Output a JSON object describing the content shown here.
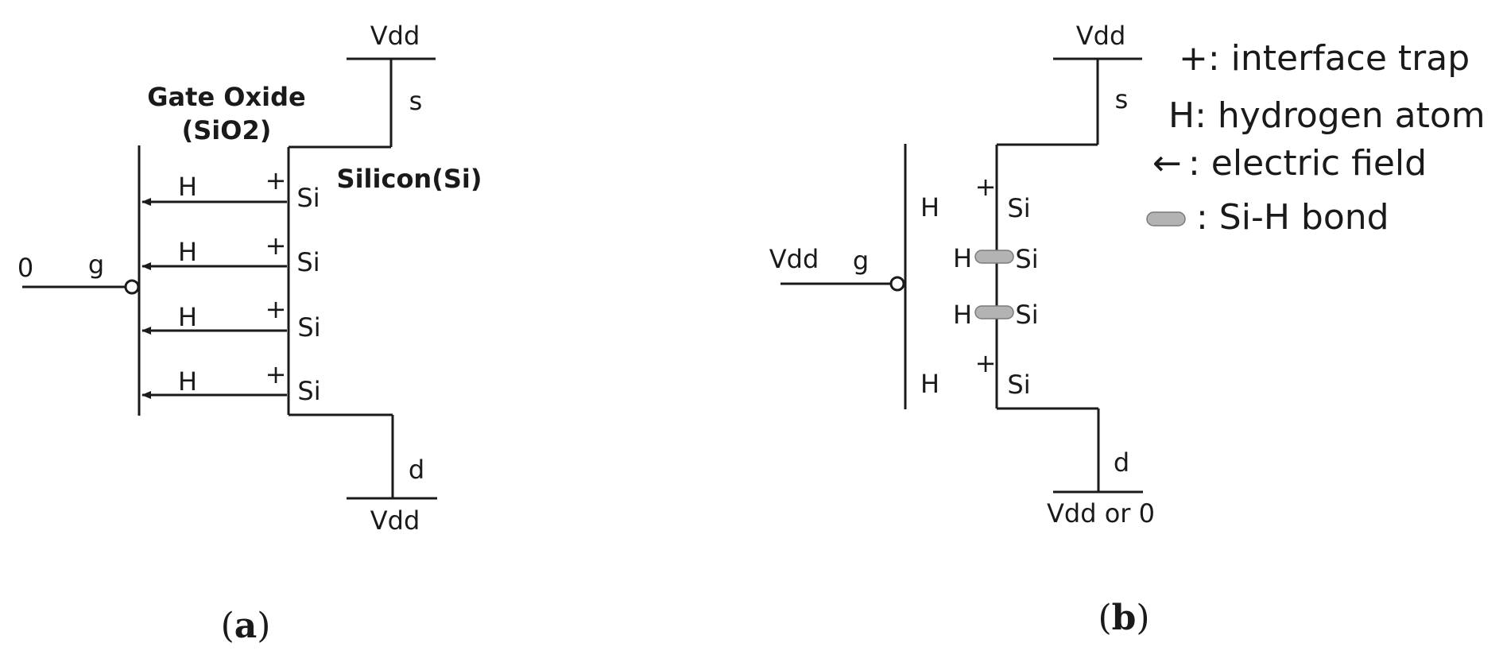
{
  "panel_a": {
    "supply_top": "Vdd",
    "supply_bottom": "Vdd",
    "source_label": "s",
    "drain_label": "d",
    "gate_label": "g",
    "gate_input": "0",
    "oxide_label_line1": "Gate Oxide",
    "oxide_label_line2": "(SiO2)",
    "silicon_label": "Silicon(Si)",
    "rows": [
      {
        "h": "H",
        "trap": "+",
        "si": "Si"
      },
      {
        "h": "H",
        "trap": "+",
        "si": "Si"
      },
      {
        "h": "H",
        "trap": "+",
        "si": "Si"
      },
      {
        "h": "H",
        "trap": "+",
        "si": "Si"
      }
    ],
    "caption_open": "(",
    "caption_letter": "a",
    "caption_close": ")"
  },
  "panel_b": {
    "supply_top": "Vdd",
    "supply_bottom": "Vdd or 0",
    "source_label": "s",
    "drain_label": "d",
    "gate_label": "g",
    "gate_input": "Vdd",
    "free_rows": [
      {
        "h": "H",
        "trap": "+",
        "si": "Si"
      },
      {
        "h": "H",
        "trap": "+",
        "si": "Si"
      }
    ],
    "bonded_rows": [
      {
        "h": "H",
        "si": "Si"
      },
      {
        "h": "H",
        "si": "Si"
      }
    ],
    "caption_open": "(",
    "caption_letter": "b",
    "caption_close": ")"
  },
  "legend": {
    "trap": "+: interface trap",
    "hydrogen": "H: hydrogen atom",
    "field_arrow": "←",
    "field": ": electric field",
    "bond": ": Si-H bond"
  }
}
